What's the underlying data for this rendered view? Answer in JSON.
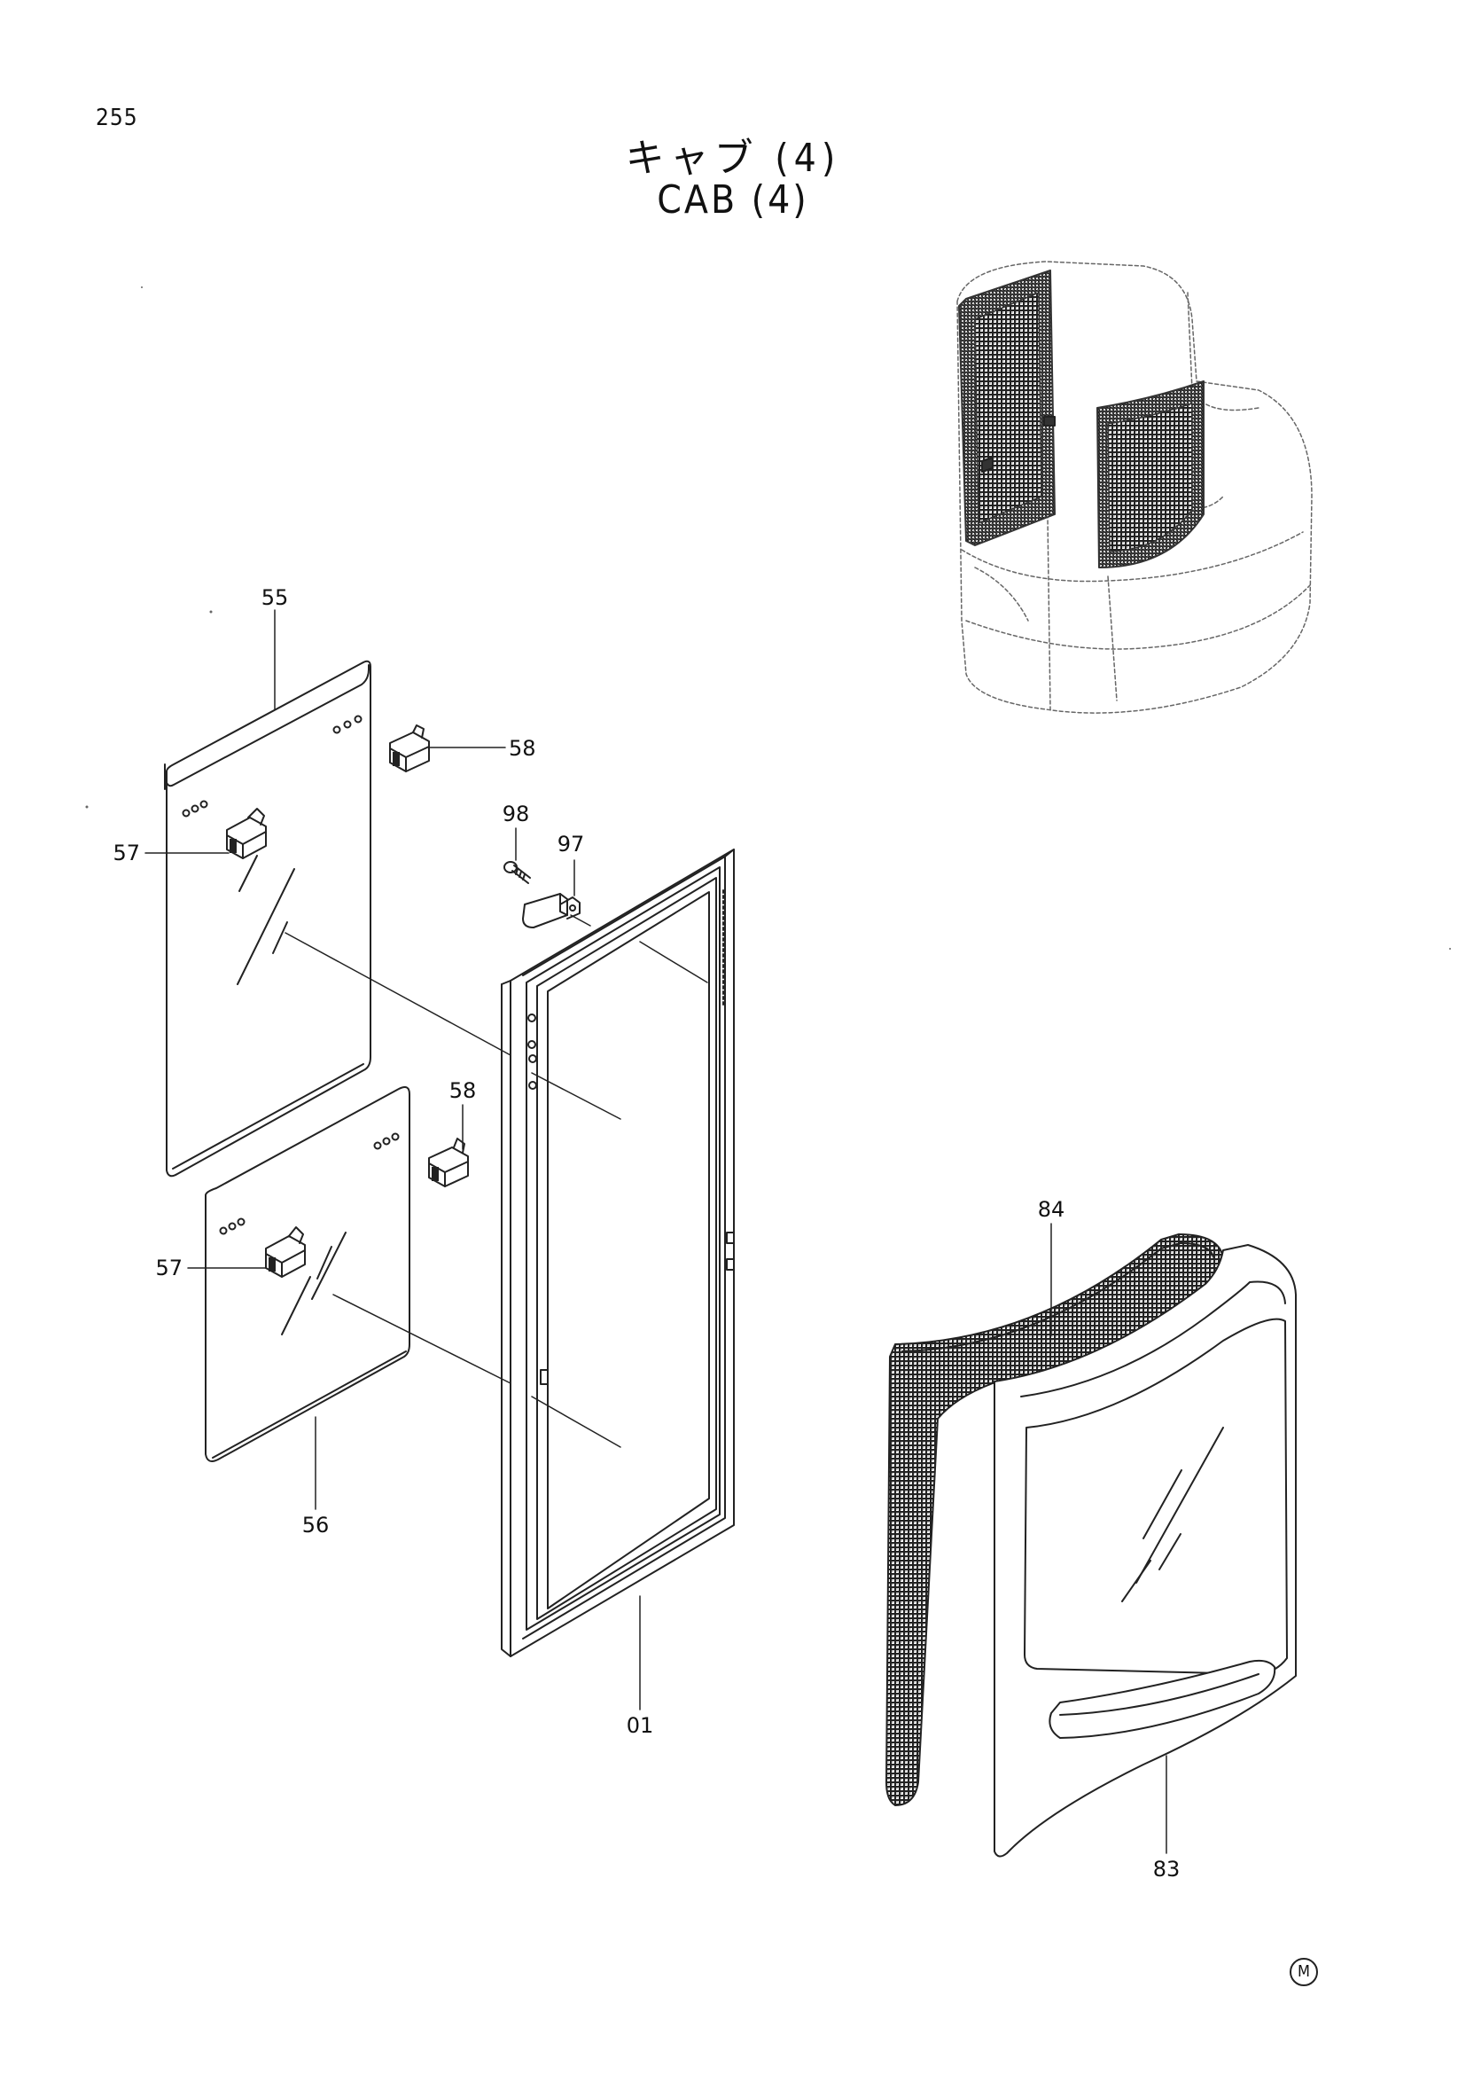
{
  "page_number": "255",
  "title_jp": "キャブ (4)",
  "title_en": "CAB (4)",
  "mark": "M",
  "callouts": [
    "55",
    "58",
    "98",
    "97",
    "57",
    "58",
    "57",
    "56",
    "01",
    "84",
    "83"
  ]
}
